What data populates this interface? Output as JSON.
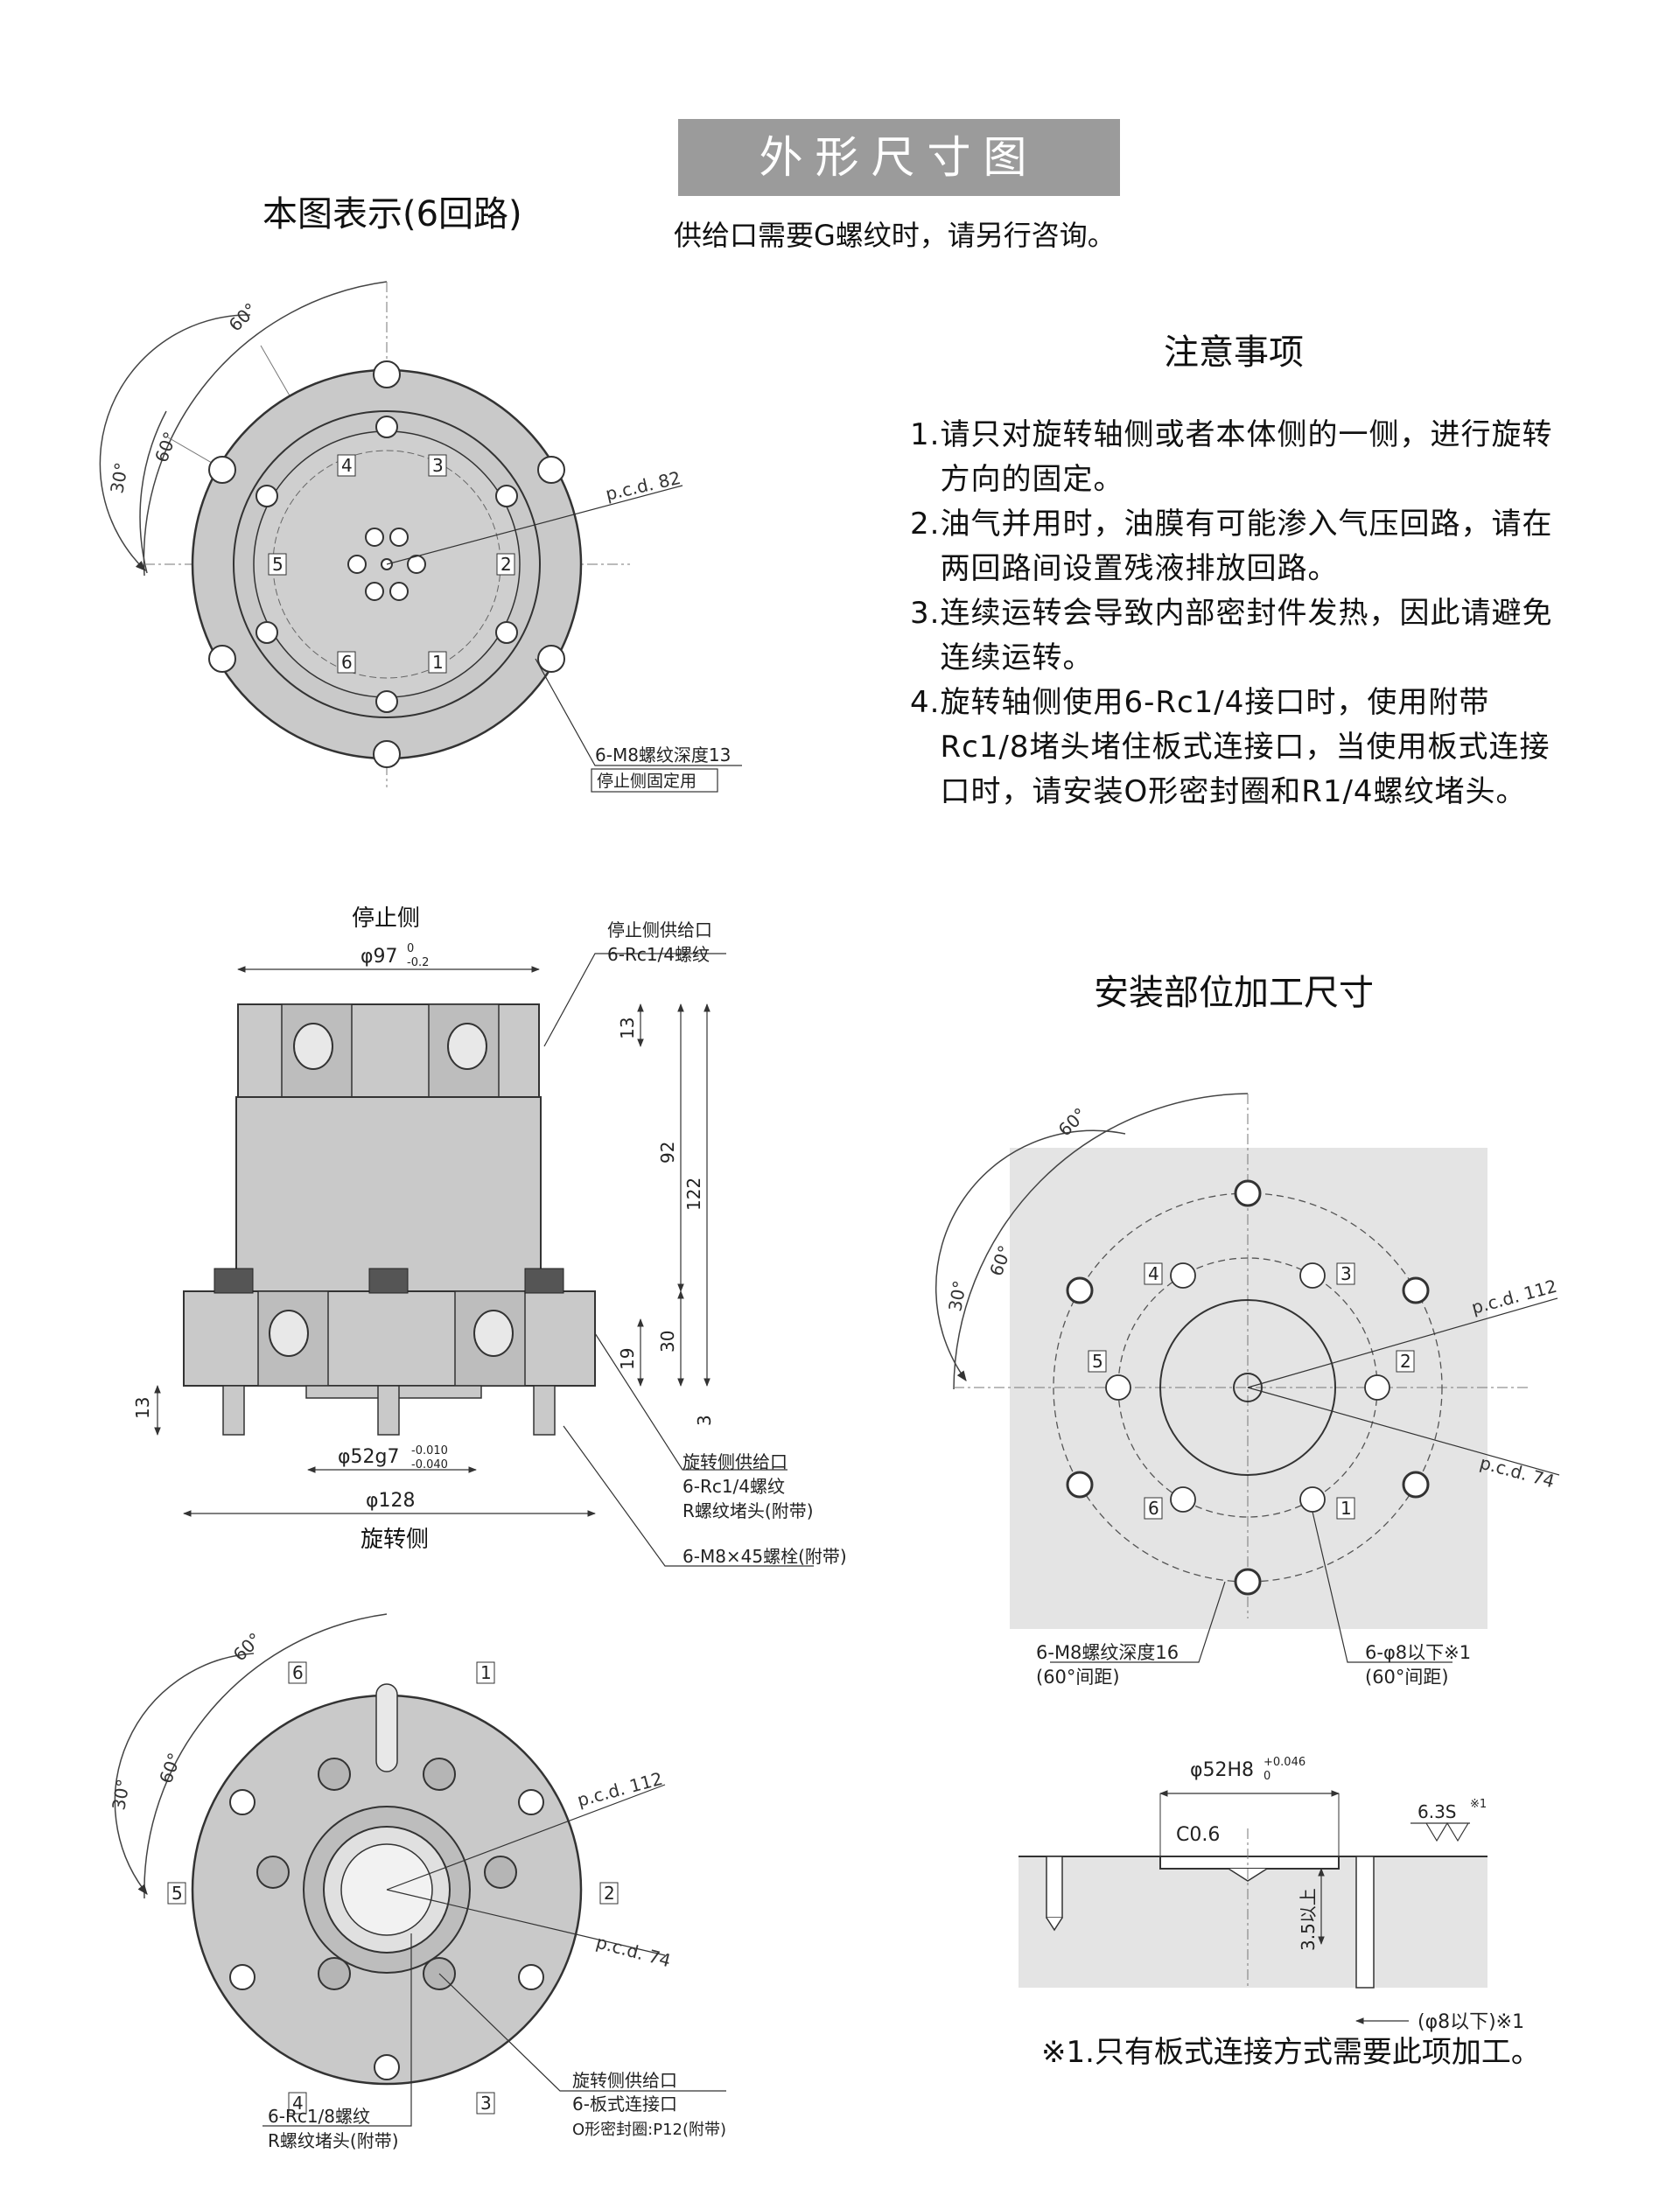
{
  "header": {
    "banner_title": "外形尺寸图",
    "figure_caption": "本图表示(6回路)",
    "supply_note": "供给口需要G螺纹时，请另行咨询。"
  },
  "notes": {
    "title": "注意事项",
    "items": [
      {
        "num": "1.",
        "text": "请只对旋转轴侧或者本体侧的一侧，进行旋转方向的固定。"
      },
      {
        "num": "2.",
        "text": "油气并用时，油膜有可能渗入气压回路，请在两回路间设置残液排放回路。"
      },
      {
        "num": "3.",
        "text": "连续运转会导致内部密封件发热，因此请避免连续运转。"
      },
      {
        "num": "4.",
        "text": "旋转轴侧使用6-Rc1/4接口时，使用附带Rc1/8堵头堵住板式连接口，当使用板式连接口时，请安装O形密封圈和R1/4螺纹堵头。"
      }
    ]
  },
  "top_view": {
    "angle_60": "60°",
    "angle_60b": "60°",
    "angle_30": "30°",
    "pcd": "p.c.d. 82",
    "ports": [
      "1",
      "2",
      "3",
      "4",
      "5",
      "6"
    ],
    "callout_line1": "6-M8螺纹深度13",
    "callout_line2": "停止侧固定用"
  },
  "side_view": {
    "top_label": "停止侧",
    "bottom_label": "旋转侧",
    "dia_top": "φ97",
    "dia_top_tol_upper": "0",
    "dia_top_tol_lower": "-0.2",
    "dia_mid": "φ52g7",
    "dia_mid_tol_upper": "-0.010",
    "dia_mid_tol_lower": "-0.040",
    "dia_bottom": "φ128",
    "dim_13a": "13",
    "dim_92": "92",
    "dim_122": "122",
    "dim_30": "30",
    "dim_19": "19",
    "dim_3": "3",
    "dim_13b": "13",
    "stop_port_line1": "停止侧供给口",
    "stop_port_line2": "6-Rc1/4螺纹",
    "rot_port_line1": "旋转侧供给口",
    "rot_port_line2": "6-Rc1/4螺纹",
    "rot_port_line3": "R螺纹堵头(附带)",
    "bolt_note": "6-M8×45螺栓(附带)"
  },
  "bottom_view": {
    "angle_60": "60°",
    "angle_60b": "60°",
    "angle_30": "30°",
    "pcd_112": "p.c.d. 112",
    "pcd_74": "p.c.d. 74",
    "ports": [
      "1",
      "2",
      "3",
      "4",
      "5",
      "6"
    ],
    "callout_a_line1": "旋转侧供给口",
    "callout_a_line2": "6-板式连接口",
    "callout_a_line3": "O形密封圈:P12(附带)",
    "callout_b_line1": "6-Rc1/8螺纹",
    "callout_b_line2": "R螺纹堵头(附带)"
  },
  "mounting": {
    "title": "安装部位加工尺寸",
    "angle_60": "60°",
    "angle_60b": "60°",
    "angle_30": "30°",
    "pcd_112": "p.c.d. 112",
    "pcd_74": "p.c.d. 74",
    "ports": [
      "1",
      "2",
      "3",
      "4",
      "5",
      "6"
    ],
    "callout_left_line1": "6-M8螺纹深度16",
    "callout_left_line2": "(60°间距)",
    "callout_right_line1": "6-φ8以下※1",
    "callout_right_line2": "(60°间距)",
    "section_dia": "φ52H8",
    "section_dia_tol_upper": "+0.046",
    "section_dia_tol_lower": "0",
    "chamfer": "C0.6",
    "roughness": "6.3S",
    "roughness_note": "※1",
    "depth": "3.5以上",
    "hole_note": "(φ8以下)※1"
  },
  "footnote": "※1.只有板式连接方式需要此项加工。"
}
